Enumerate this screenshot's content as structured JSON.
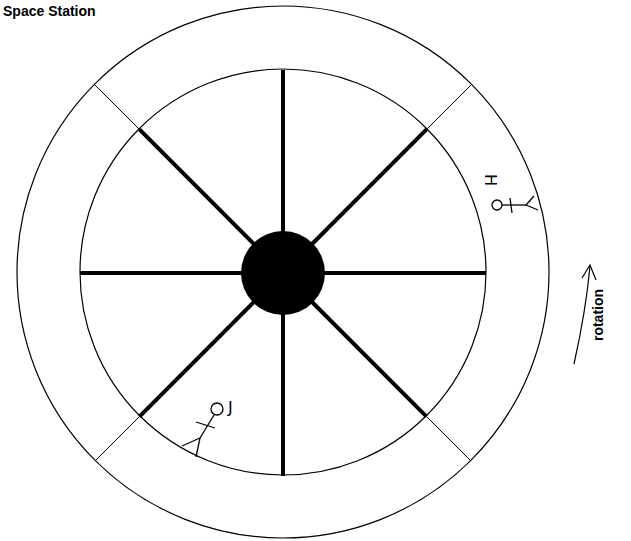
{
  "diagram": {
    "title": "Space Station",
    "labels": [
      "H",
      "J",
      "rotation"
    ]
  }
}
